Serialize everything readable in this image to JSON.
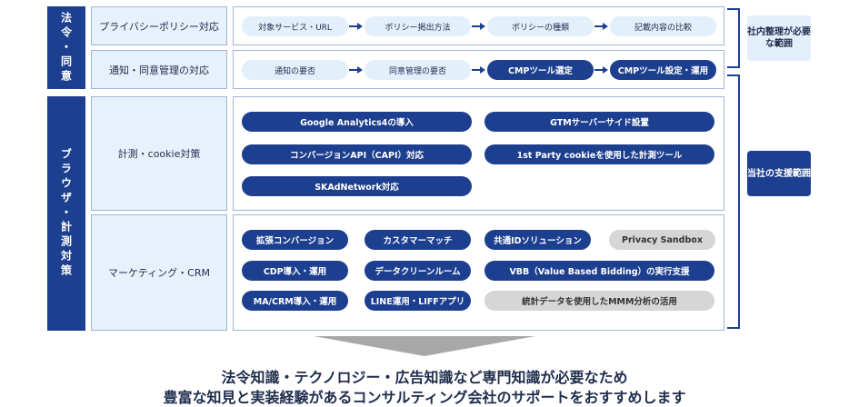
{
  "sidebar": {
    "law_label": "法令・同意",
    "browser_label": "ブラウザ・計測対策"
  },
  "rows": {
    "privacy": {
      "category": "プライバシーポリシー対応",
      "steps": [
        "対象サービス・URL",
        "ポリシー掲出方法",
        "ポリシーの種類",
        "記載内容の比較"
      ]
    },
    "consent": {
      "category": "通知・同意管理の対応",
      "steps": [
        "通知の要否",
        "同意管理の要否",
        "CMPツール選定",
        "CMPツール設定・運用"
      ]
    },
    "measurement": {
      "category": "計測・cookie対策",
      "items": [
        "Google Analytics4の導入",
        "GTMサーバーサイド設置",
        "コンバージョンAPI（CAPI）対応",
        "1st Party cookieを使用した計測ツール",
        "SKAdNetwork対応"
      ]
    },
    "marketing": {
      "category": "マーケティング・CRM",
      "items": [
        "拡張コンバージョン",
        "カスタマーマッチ",
        "共通IDソリューション",
        "Privacy Sandbox",
        "CDP導入・運用",
        "データクリーンルーム",
        "VBB（Value Based Bidding）の実行支援",
        "MA/CRM導入・運用",
        "LINE運用・LIFFアプリ",
        "統計データを使用したMMM分析の活用"
      ]
    }
  },
  "callouts": {
    "internal": "社内整理が必要な範囲",
    "support": "当社の支援範囲"
  },
  "conclusion": {
    "line1": "法令知識・テクノロジー・広告知識など専門知識が必要なため",
    "line2": "豊富な知見と実装経験があるコンサルティング会社のサポートをおすすめします"
  },
  "colors": {
    "navy": "#1d3f8f",
    "light_blue": "#e3effb",
    "gray": "#d6d6d6"
  }
}
